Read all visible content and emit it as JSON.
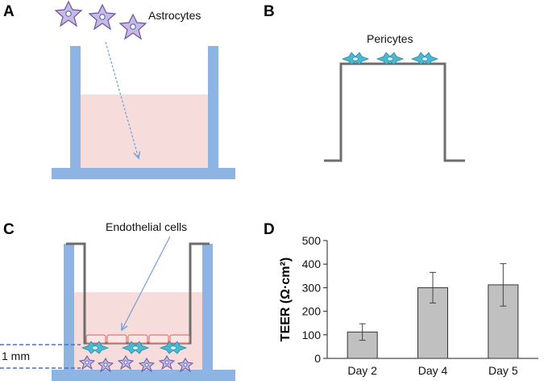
{
  "panels": {
    "a": {
      "label": "A",
      "annotation": "Astrocytes"
    },
    "b": {
      "label": "B",
      "annotation": "Pericytes"
    },
    "c": {
      "label": "C",
      "annotation": "Endothelial cells",
      "scale_label": "1 mm"
    },
    "d": {
      "label": "D"
    }
  },
  "colors": {
    "well": "#8db4e2",
    "medium": "#f7dcdc",
    "insert": "#6d6d6d",
    "astrocyte": "#c9b8e4",
    "pericyte": "#4ab8cf",
    "endothelial": "#e07878",
    "arrow": "#6fa0d8",
    "bar": "#c0c0c0"
  },
  "chart_data": {
    "type": "bar",
    "categories": [
      "Day 2",
      "Day 4",
      "Day 5"
    ],
    "values": [
      112,
      300,
      312
    ],
    "error": [
      35,
      65,
      90
    ],
    "ylabel": "TEER (Ω·cm²)",
    "ylim": [
      0,
      500
    ],
    "yticks": [
      0,
      100,
      200,
      300,
      400,
      500
    ]
  }
}
